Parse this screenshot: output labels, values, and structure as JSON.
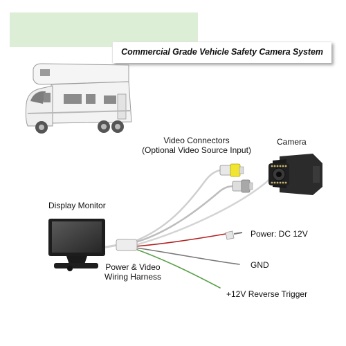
{
  "title": "Commercial Grade Vehicle Safety Camera System",
  "labels": {
    "video_connectors_line1": "Video Connectors",
    "video_connectors_line2": "(Optional Video Source Input)",
    "camera": "Camera",
    "display_monitor": "Display Monitor",
    "power": "Power: DC 12V",
    "gnd": "GND",
    "harness_line1": "Power & Video",
    "harness_line2": "Wiring Harness",
    "reverse_trigger": "+12V Reverse Trigger"
  },
  "colors": {
    "banner": "#dcefd6",
    "yellow_connector": "#f1e530",
    "red_wire": "#b02020",
    "green_wire": "#5aa04a",
    "wire_gray": "#c8c8c8",
    "motorhome_body": "#f4f4f4"
  },
  "icons": [
    "motorhome-illustration",
    "camera-icon",
    "display-monitor-icon"
  ]
}
